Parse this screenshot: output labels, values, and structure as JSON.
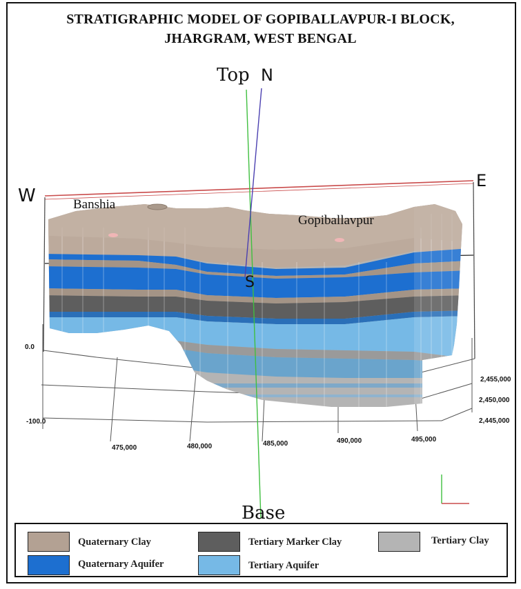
{
  "title": {
    "line1": "STRATIGRAPHIC MODEL OF GOPIBALLAVPUR-I BLOCK,",
    "line2": "JHARGRAM, WEST BENGAL"
  },
  "orientation": {
    "top": "Top",
    "north": "N",
    "south": "S",
    "west": "W",
    "east": "E",
    "base": "Base"
  },
  "places": {
    "banshia": "Banshia",
    "gopiballavpur": "Gopiballavpur"
  },
  "axes": {
    "x_ticks": [
      "475,000",
      "480,000",
      "485,000",
      "490,000",
      "495,000"
    ],
    "y_ticks": [
      "2,455,000",
      "2,450,000",
      "2,445,000"
    ],
    "z_ticks": [
      "0.0",
      "-100.0"
    ]
  },
  "legend": {
    "items": [
      {
        "label": "Quaternary Clay",
        "color": "#b3a193"
      },
      {
        "label": "Tertiary Marker Clay",
        "color": "#5e5e5e"
      },
      {
        "label": "Tertiary Clay",
        "color": "#b4b4b4"
      },
      {
        "label": "Quaternary Aquifer",
        "color": "#1d6fd0"
      },
      {
        "label": "Tertiary Aquifer",
        "color": "#76b9e6"
      }
    ]
  },
  "colors": {
    "top_surface": "#bcaa9c",
    "west_line": "#c94b4b",
    "north_axis": "#4a3fb0",
    "vertical_axis": "#3fbf3f"
  }
}
